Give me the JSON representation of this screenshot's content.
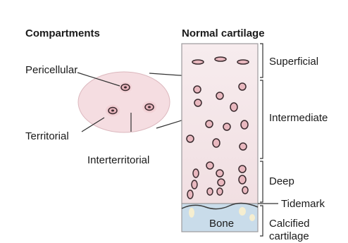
{
  "headings": {
    "left": "Compartments",
    "right": "Normal cartilage"
  },
  "compartment_labels": {
    "pericellular": "Pericellular",
    "territorial": "Territorial",
    "interterritorial": "Interterritorial"
  },
  "zone_labels": {
    "superficial": "Superficial",
    "intermediate": "Intermediate",
    "deep": "Deep",
    "tidemark": "Tidemark",
    "calcified_line1": "Calcified",
    "calcified_line2": "cartilage"
  },
  "bone_label": "Bone",
  "colors": {
    "cartilage_fill": "#f4e6e8",
    "cell_fill": "#e9b8bf",
    "cell_stroke": "#3a2a2e",
    "bone_fill": "#c9dcea",
    "bone_marks": "#f5eed0"
  }
}
